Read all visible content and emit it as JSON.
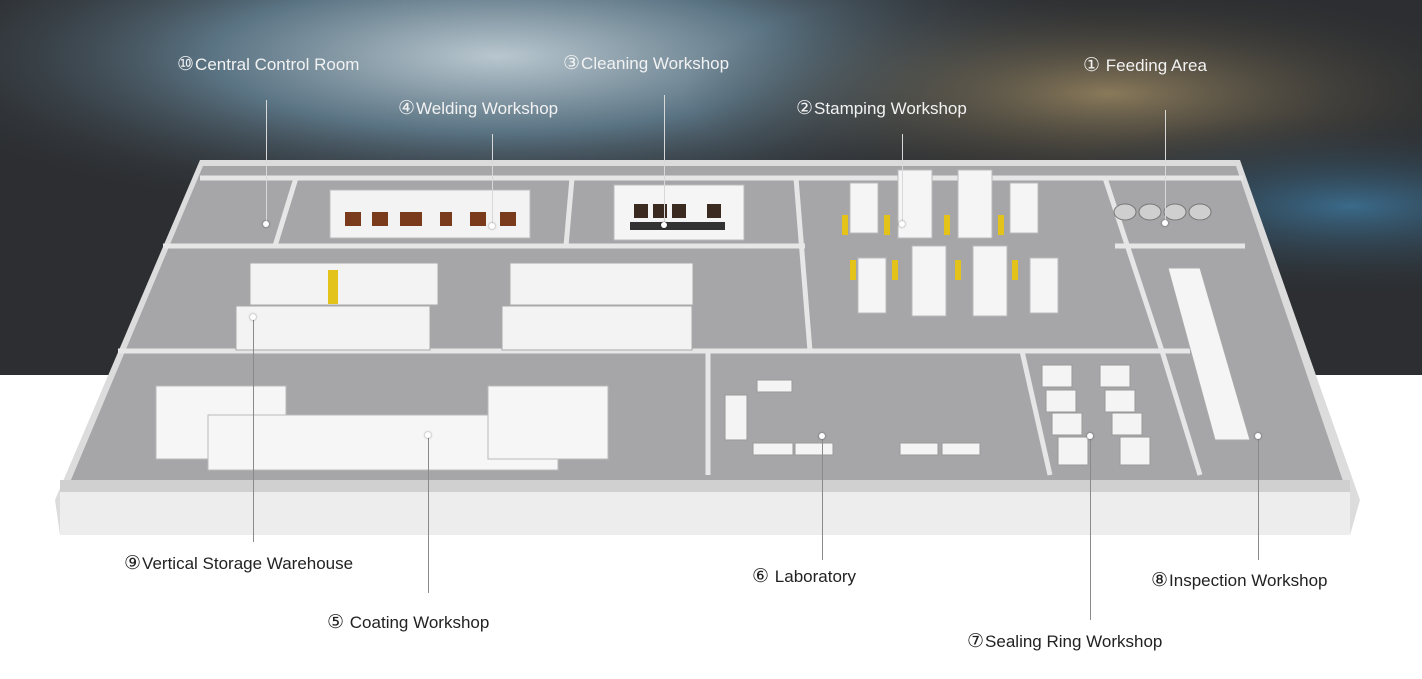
{
  "labels": [
    {
      "id": "1",
      "num": "①",
      "text": "Feeding Area"
    },
    {
      "id": "2",
      "num": "②",
      "text": "Stamping Workshop"
    },
    {
      "id": "3",
      "num": "③",
      "text": "Cleaning Workshop"
    },
    {
      "id": "4",
      "num": "④",
      "text": "Welding Workshop"
    },
    {
      "id": "5",
      "num": "⑤",
      "text": "Coating Workshop"
    },
    {
      "id": "6",
      "num": "⑥",
      "text": "Laboratory"
    },
    {
      "id": "7",
      "num": "⑦",
      "text": "Sealing Ring Workshop"
    },
    {
      "id": "8",
      "num": "⑧",
      "text": "Inspection Workshop"
    },
    {
      "id": "9",
      "num": "⑨",
      "text": "Vertical Storage Warehouse"
    },
    {
      "id": "10",
      "num": "⑩",
      "text": "Central Control Room"
    }
  ],
  "colors": {
    "background_dark": "#2e3033",
    "floor": "#a7a7a9",
    "wall_top": "#ececec",
    "wall_side": "#c9c9cb",
    "machine": "#f4f4f4",
    "robot": "#e3c21a",
    "window": "#7a3a1c"
  }
}
